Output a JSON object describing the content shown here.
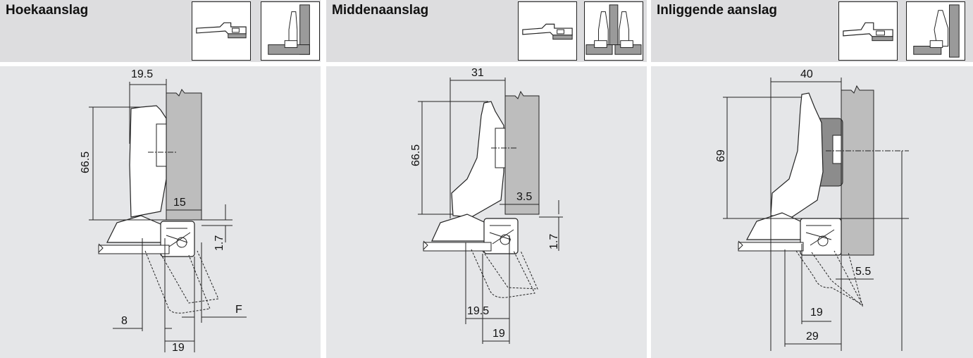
{
  "panels": [
    {
      "title": "Hoekaanslag",
      "thumbs": [
        "top-view-icon",
        "front-view-corner-icon"
      ],
      "dims": {
        "top_width": "19.5",
        "height": "66.5",
        "overlap": "15",
        "gap": "1.7",
        "left_bottom": "8",
        "bottom": "19",
        "f_label": "F"
      }
    },
    {
      "title": "Middenaanslag",
      "thumbs": [
        "top-view-icon",
        "front-view-middle-icon"
      ],
      "dims": {
        "top_width": "31",
        "height": "66.5",
        "overlap": "3.5",
        "gap": "1.7",
        "bottom_left": "19.5",
        "bottom": "19"
      }
    },
    {
      "title": "Inliggende aanslag",
      "thumbs": [
        "top-view-icon",
        "front-view-inset-icon"
      ],
      "dims": {
        "top_width": "40",
        "height": "69",
        "inset": "5.5",
        "bottom_inner": "19",
        "bottom": "29"
      }
    }
  ],
  "colors": {
    "header_bg": "#dddddf",
    "drawing_bg": "#e5e6e8",
    "panel_fill": "#9a9a9a",
    "side_fill": "#bdbdbd"
  }
}
